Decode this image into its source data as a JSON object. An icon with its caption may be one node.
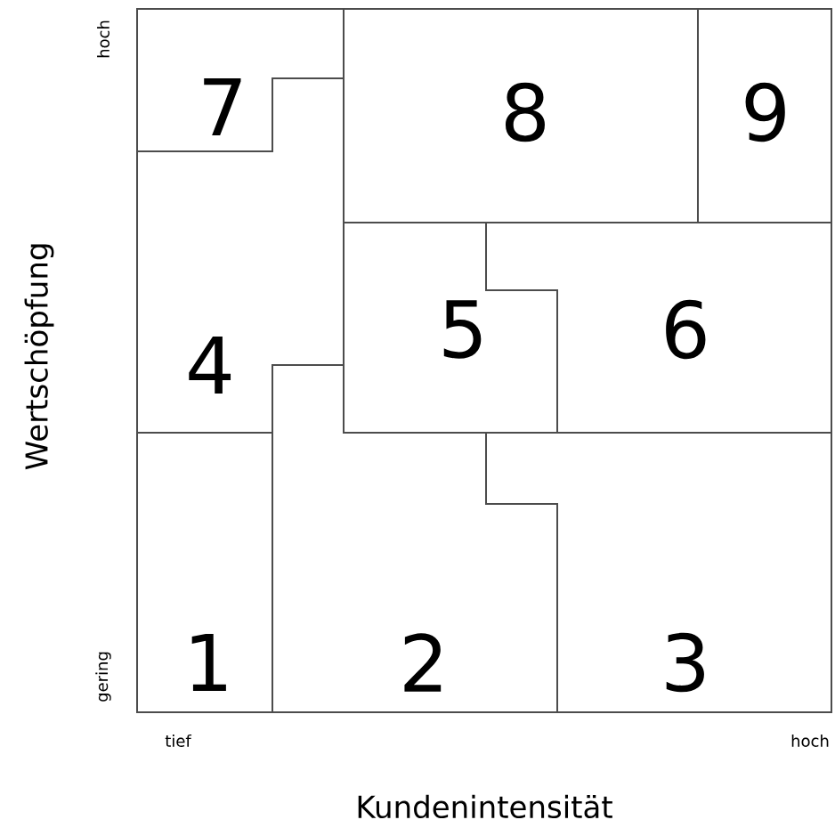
{
  "diagram": {
    "nodes": [
      {
        "text": [
          "7"
        ]
      },
      {
        "text": [
          "8"
        ]
      },
      {
        "text": [
          "9"
        ]
      },
      {
        "text": [
          "4"
        ]
      },
      {
        "text": [
          "5"
        ]
      },
      {
        "text": [
          "6"
        ]
      },
      {
        "text": [
          "1"
        ]
      },
      {
        "text": [
          "2"
        ]
      },
      {
        "text": [
          "3"
        ]
      }
    ],
    "labels": [
      "hoch",
      "gering",
      "Wertschöpfung",
      "tief",
      "hoch",
      "Kundenintensität"
    ]
  }
}
